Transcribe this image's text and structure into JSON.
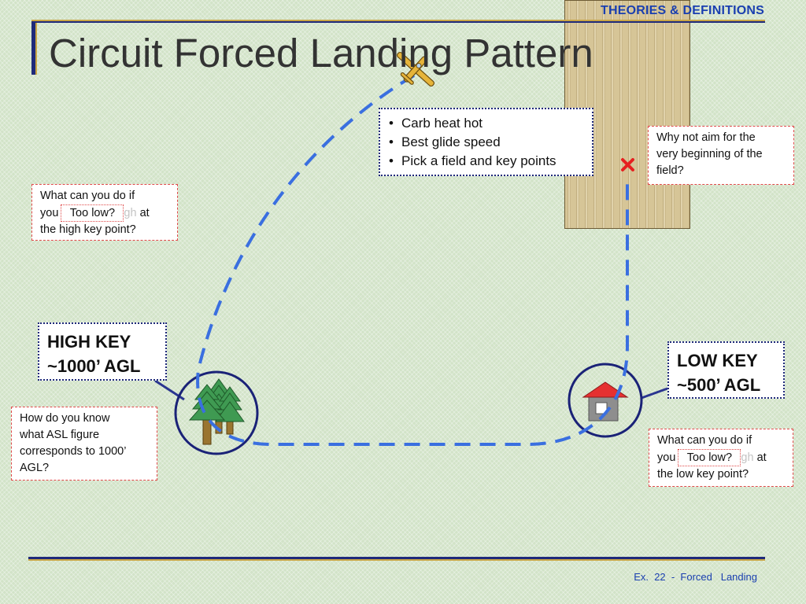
{
  "header": {
    "section": "THEORIES & DEFINITIONS",
    "title": "Circuit Forced Landing Pattern"
  },
  "checklist": {
    "items": [
      "Carb heat hot",
      "Best glide speed",
      "Pick a field and key points"
    ]
  },
  "high_key": {
    "line1": "HIGH KEY",
    "line2": "~1000’ AGL"
  },
  "low_key": {
    "line1": "LOW KEY",
    "line2": "~500’ AGL"
  },
  "question_high": {
    "line1": "What can you do if",
    "pre": "you",
    "overlay": "Too low?",
    "faint": "gh",
    "post": "at",
    "line3": "the high key point?"
  },
  "question_low": {
    "line1": "What can you do if",
    "pre": "you",
    "overlay": "Too low?",
    "faint": "gh",
    "post": "at",
    "line3": "the low key point?"
  },
  "question_asl": {
    "lines": [
      "How do you know",
      "what ASL figure",
      "corresponds to 1000’",
      "AGL?"
    ]
  },
  "question_aim": {
    "lines": [
      "Why not aim for the",
      "very beginning of the",
      "field?"
    ]
  },
  "footer": {
    "text": "Ex.  22  -  Forced   Landing"
  },
  "icons": {
    "airplane": "airplane-icon",
    "trees": "tree-icon",
    "house": "house-icon",
    "aim_point": "x-mark-icon"
  },
  "colors": {
    "accent_blue": "#1a3fb0",
    "navy": "#1f2a7a",
    "gold": "#c9a646",
    "path_blue": "#3a6fe0",
    "question_border_red": "#e04a4a",
    "aim_marker_red": "#e62020",
    "background_green": "#d2e3c8"
  }
}
